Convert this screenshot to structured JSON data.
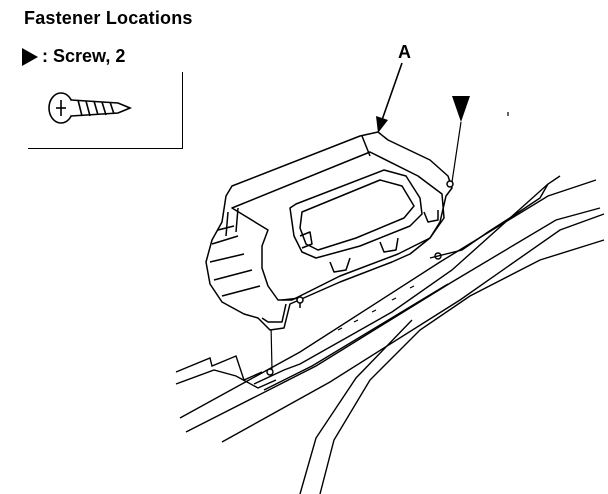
{
  "header": {
    "title": "Fastener Locations"
  },
  "legend": {
    "symbol": "black-triangle-marker",
    "label": ": Screw, 2"
  },
  "callouts": {
    "a": "A"
  },
  "colors": {
    "ink": "#000000",
    "paper": "#ffffff"
  }
}
